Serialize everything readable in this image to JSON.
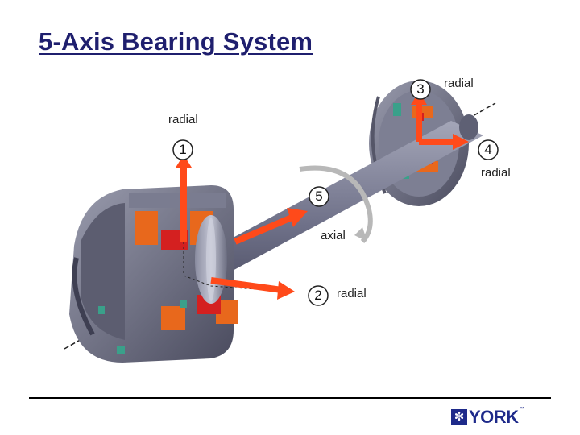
{
  "title": "5-Axis Bearing System",
  "labels": {
    "radial_left": "radial",
    "radial_top_right": "radial",
    "radial_right": "radial",
    "radial_bottom": "radial",
    "axial": "axial"
  },
  "axes": {
    "n1": "1",
    "n2": "2",
    "n3": "3",
    "n4": "4",
    "n5": "5"
  },
  "logo": {
    "text": "YORK",
    "tm": "™",
    "icon": "snowflake-icon"
  },
  "colors": {
    "arrow": "#ff4a1a",
    "title": "#1f1f6e",
    "logo": "#1e2a8a",
    "metal": "#6f7088",
    "copper": "#e8681c",
    "rotation_arrow": "#b8b8b8"
  }
}
